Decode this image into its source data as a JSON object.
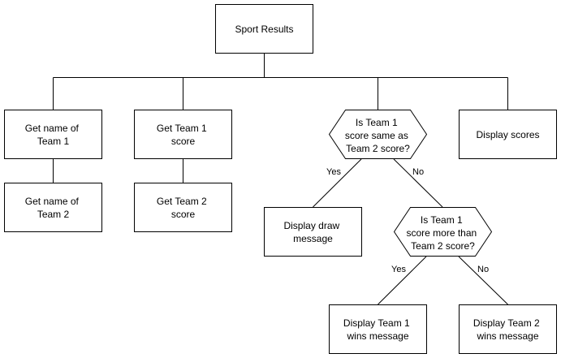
{
  "diagram": {
    "root": {
      "lines": [
        "Sport Results"
      ]
    },
    "get_name_team1": {
      "lines": [
        "Get name of",
        "Team 1"
      ]
    },
    "get_name_team2": {
      "lines": [
        "Get name of",
        "Team 2"
      ]
    },
    "get_team1_score": {
      "lines": [
        "Get Team 1",
        "score"
      ]
    },
    "get_team2_score": {
      "lines": [
        "Get Team 2",
        "score"
      ]
    },
    "decision_same": {
      "lines": [
        "Is Team 1",
        "score same as",
        "Team 2 score?"
      ]
    },
    "display_scores": {
      "lines": [
        "Display scores"
      ]
    },
    "display_draw": {
      "lines": [
        "Display draw",
        "message"
      ]
    },
    "decision_more": {
      "lines": [
        "Is Team 1",
        "score more than",
        "Team 2 score?"
      ]
    },
    "team1_wins": {
      "lines": [
        "Display Team 1",
        "wins message"
      ]
    },
    "team2_wins": {
      "lines": [
        "Display Team 2",
        "wins message"
      ]
    },
    "edge_labels": {
      "same_yes": "Yes",
      "same_no": "No",
      "more_yes": "Yes",
      "more_no": "No"
    }
  },
  "colors": {
    "stroke": "#000000",
    "fill": "#ffffff",
    "text": "#000000"
  }
}
